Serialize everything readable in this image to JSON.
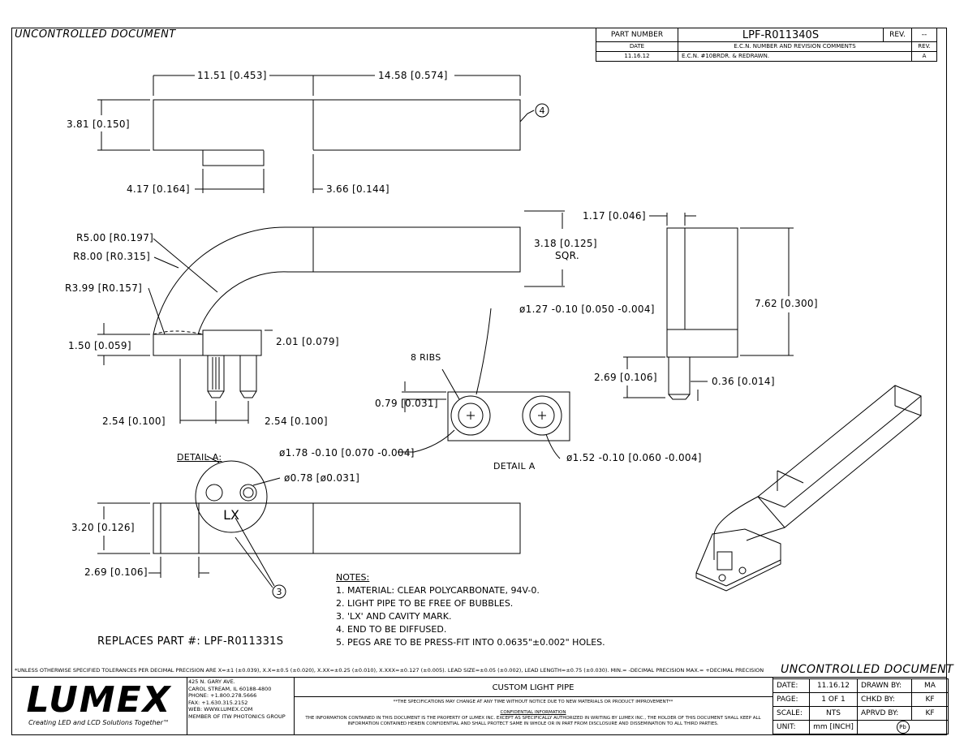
{
  "header": {
    "uncontrolled_top": "UNCONTROLLED DOCUMENT",
    "part_number_label": "PART NUMBER",
    "part_number": "LPF-R011340S",
    "rev_label": "REV.",
    "rev_value": "--",
    "date_label": "DATE",
    "ecn_label": "E.C.N. NUMBER AND REVISION COMMENTS",
    "rev_label2": "REV.",
    "row_date": "11.16.12",
    "row_ecn": "E.C.N. #10BRDR. & REDRAWN.",
    "row_rev": "A"
  },
  "dims": {
    "d1": "11.51 [0.453]",
    "d2": "14.58 [0.574]",
    "d3": "3.81 [0.150]",
    "d4": "4.17 [0.164]",
    "d5": "3.66 [0.144]",
    "r1": "R5.00 [R0.197]",
    "r2": "R8.00 [R0.315]",
    "r3": "R3.99 [R0.157]",
    "d6": "3.18 [0.125]",
    "d6b": "SQR.",
    "d7": "1.50 [0.059]",
    "d8": "2.01 [0.079]",
    "d9": "2.54 [0.100]",
    "d10": "2.54 [0.100]",
    "d11": "1.17 [0.046]",
    "d12": "7.62 [0.300]",
    "d13": "2.69 [0.106]",
    "d14": "0.36 [0.014]",
    "d15": "ø1.27 -0.10 [0.050 -0.004]",
    "ribs": "8 RIBS",
    "d16": "0.79 [0.031]",
    "d17": "ø1.78 -0.10 [0.070 -0.004]",
    "d18": "ø1.52 -0.10 [0.060 -0.004]",
    "detail_a": "DETAIL A",
    "detail_a2": "DETAIL A:",
    "d19": "ø0.78 [ø0.031]",
    "d20": "3.20 [0.126]",
    "d21": "2.69 [0.106]",
    "mark_lx": "LX",
    "balloon3": "3",
    "balloon4": "4"
  },
  "notes": {
    "title": "NOTES:",
    "n1": "1. MATERIAL: CLEAR POLYCARBONATE, 94V-0.",
    "n2": "2. LIGHT PIPE TO BE FREE OF BUBBLES.",
    "n3": "3. 'LX' AND CAVITY MARK.",
    "n4": "4. END TO BE DIFFUSED.",
    "n5": "5. PEGS ARE TO BE PRESS-FIT INTO 0.0635\"±0.002\" HOLES."
  },
  "replaces": "REPLACES PART #: LPF-R011331S",
  "footer": {
    "tolerances": "*UNLESS OTHERWISE SPECIFIED TOLERANCES PER DECIMAL PRECISION ARE X=±1 (±0.039), X.X=±0.5 (±0.020), X.XX=±0.25 (±0.010), X.XXX=±0.127 (±0.005). LEAD SIZE=±0.05 (±0.002), LEAD LENGTH=±0.75 (±0.030). MIN.= -DECIMAL PRECISION MAX.= +DECIMAL PRECISION",
    "uncontrolled_bottom": "UNCONTROLLED DOCUMENT",
    "logo": "LUMEX",
    "tagline": "Creating LED and LCD Solutions Together™",
    "address": "425 N. GARY AVE.\nCAROL STREAM, IL 60188-4800\nPHONE: +1.800.278.5666\nFAX: +1.630.315.2152\nWEB: WWW.LUMEX.COM\nMEMBER OF ITW PHOTONICS GROUP",
    "title": "CUSTOM LIGHT PIPE",
    "spec_note": "**THE SPECIFICATIONS MAY CHANGE AT ANY TIME WITHOUT NOTICE DUE TO NEW MATERIALS OR PRODUCT IMPROVEMENT**",
    "confidential_title": "CONFIDENTIAL INFORMATION",
    "confidential_text": "THE INFORMATION CONTAINED IN THIS DOCUMENT IS THE PROPERTY OF LUMEX INC. EXCEPT AS SPECIFICALLY AUTHORIZED IN WRITING BY LUMEX INC., THE HOLDER OF THIS DOCUMENT SHALL KEEP ALL INFORMATION CONTAINED HEREIN CONFIDENTIAL AND SHALL PROTECT SAME IN WHOLE OR IN PART FROM DISCLOSURE AND DISSEMINATION TO ALL THIRD PARTIES.",
    "date_label": "DATE:",
    "date_value": "11.16.12",
    "drawn_label": "DRAWN BY:",
    "drawn_value": "MA",
    "page_label": "PAGE:",
    "page_value": "1 OF 1",
    "chkd_label": "CHKD BY:",
    "chkd_value": "KF",
    "scale_label": "SCALE:",
    "scale_value": "NTS",
    "aprvd_label": "APRVD BY:",
    "aprvd_value": "KF",
    "unit_label": "UNIT:",
    "unit_value": "mm [INCH]",
    "pb_symbol": "Pb"
  }
}
